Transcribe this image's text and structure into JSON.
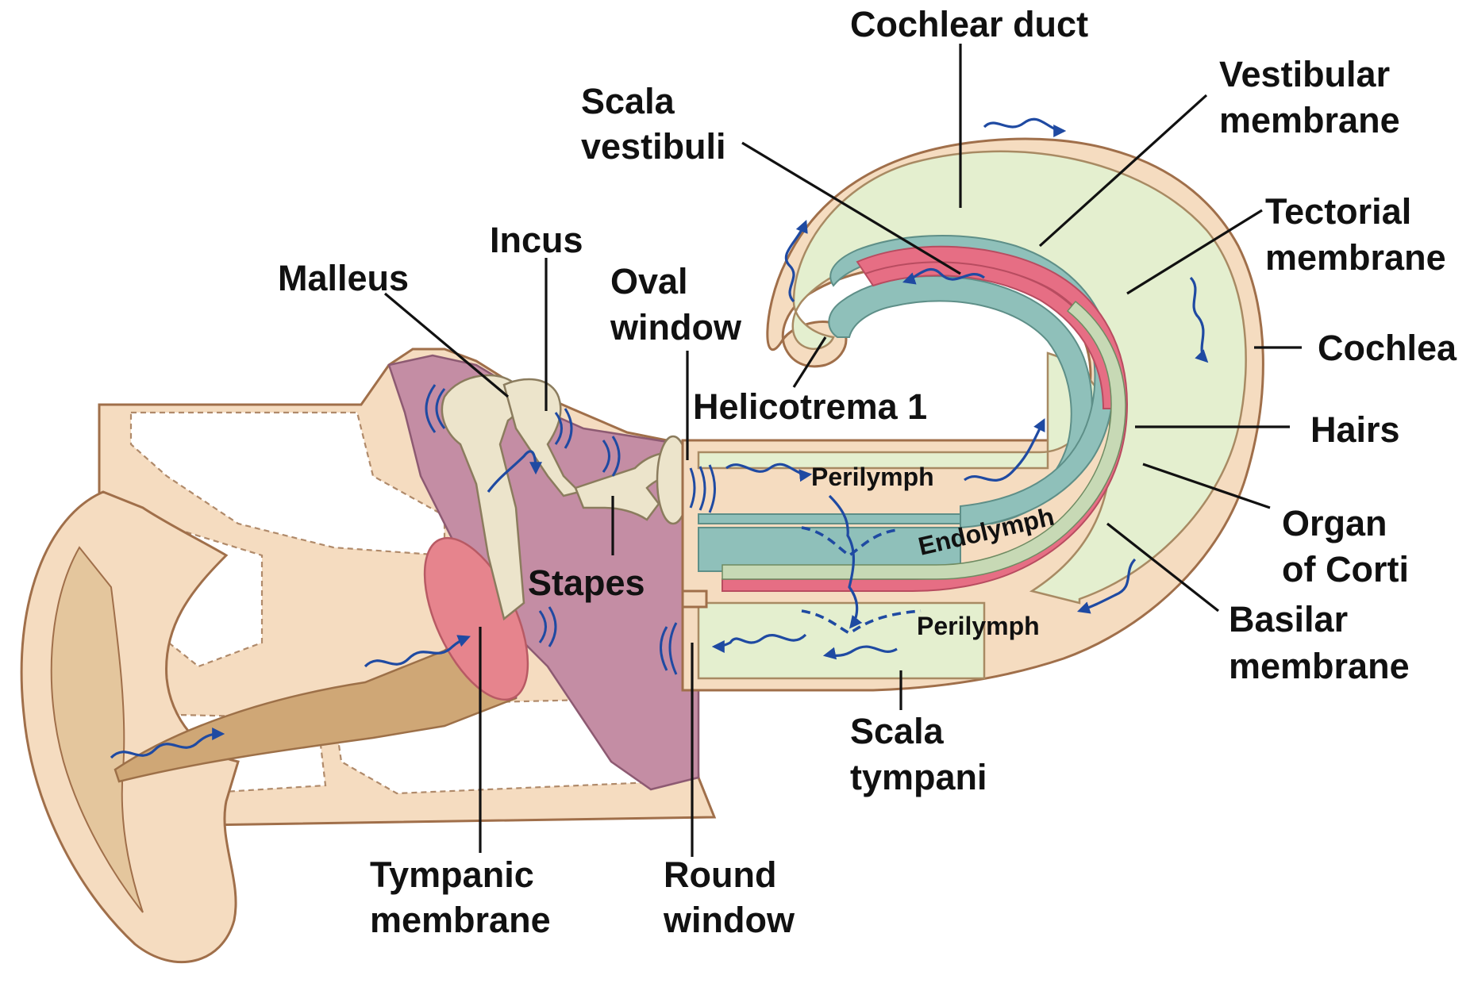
{
  "labels": {
    "cochlear_duct": "Cochlear duct",
    "scala_vestibuli_1": "Scala",
    "scala_vestibuli_2": "vestibuli",
    "vestibular_membrane_1": "Vestibular",
    "vestibular_membrane_2": "membrane",
    "tectorial_membrane_1": "Tectorial",
    "tectorial_membrane_2": "membrane",
    "cochlea": "Cochlea",
    "hairs": "Hairs",
    "organ_of_corti_1": "Organ",
    "organ_of_corti_2": "of Corti",
    "basilar_membrane_1": "Basilar",
    "basilar_membrane_2": "membrane",
    "scala_tympani_1": "Scala",
    "scala_tympani_2": "tympani",
    "round_window_1": "Round",
    "round_window_2": "window",
    "tympanic_membrane_1": "Tympanic",
    "tympanic_membrane_2": "membrane",
    "stapes": "Stapes",
    "malleus": "Malleus",
    "incus": "Incus",
    "oval_window_1": "Oval",
    "oval_window_2": "window",
    "helicotrema": "Helicotrema 1",
    "perilymph_upper": "Perilymph",
    "perilymph_lower": "Perilymph",
    "endolymph": "Endolymph"
  },
  "colors": {
    "skin": "#f5dcc0",
    "ear_canal": "#cfa776",
    "middle_ear_cavity": "#c48da4",
    "ossicles": "#ece4cb",
    "perilymph": "#e4efcf",
    "endolymph": "#8fc0ba",
    "membranes": "#e66e84",
    "sound_waves": "#1f4aa2",
    "leader_lines": "#111111"
  }
}
